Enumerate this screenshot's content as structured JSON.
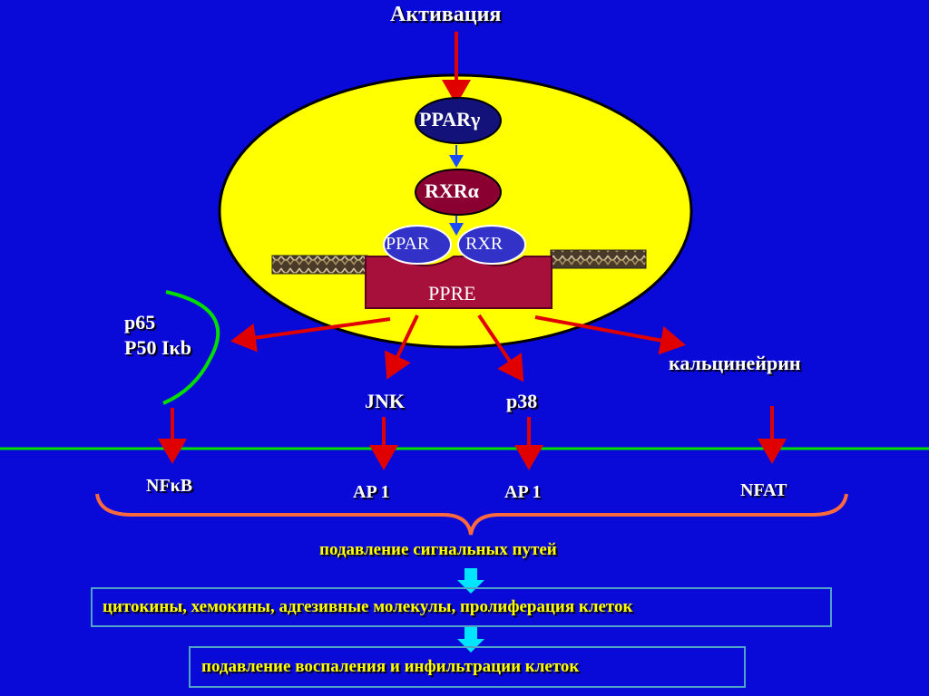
{
  "title": "Активация",
  "nodes": {
    "ppar_gamma": "PPARγ",
    "rxr_alpha": "RXRα",
    "ppar": "PPAR",
    "rxr": "RXR",
    "ppre": "PPRE"
  },
  "labels": {
    "p65": "p65",
    "p50_ikb": "P50 Iκb",
    "jnk": "JNK",
    "p38": "p38",
    "calcineurin": "кальцинейрин"
  },
  "targets": {
    "nfkb": "NFκB",
    "ap1_left": "AP 1",
    "ap1_right": "AP 1",
    "nfat": "NFAT"
  },
  "suppression": "подавление сигнальных путей",
  "box1": "цитокины, хемокины, адгезивные молекулы, пролиферация клеток",
  "box2": "подавление воспаления и инфильтрации клеток",
  "colors": {
    "background": "#0a0ad8",
    "cell": "#ffff00",
    "arrow": "#e00000",
    "membrane": "#00dd00",
    "brace": "#ff6a3c",
    "cyan_arrow": "#00e5ff",
    "ppar_gamma": "#12127a",
    "rxr_alpha": "#8a0030",
    "ppre": "#a8103c"
  }
}
